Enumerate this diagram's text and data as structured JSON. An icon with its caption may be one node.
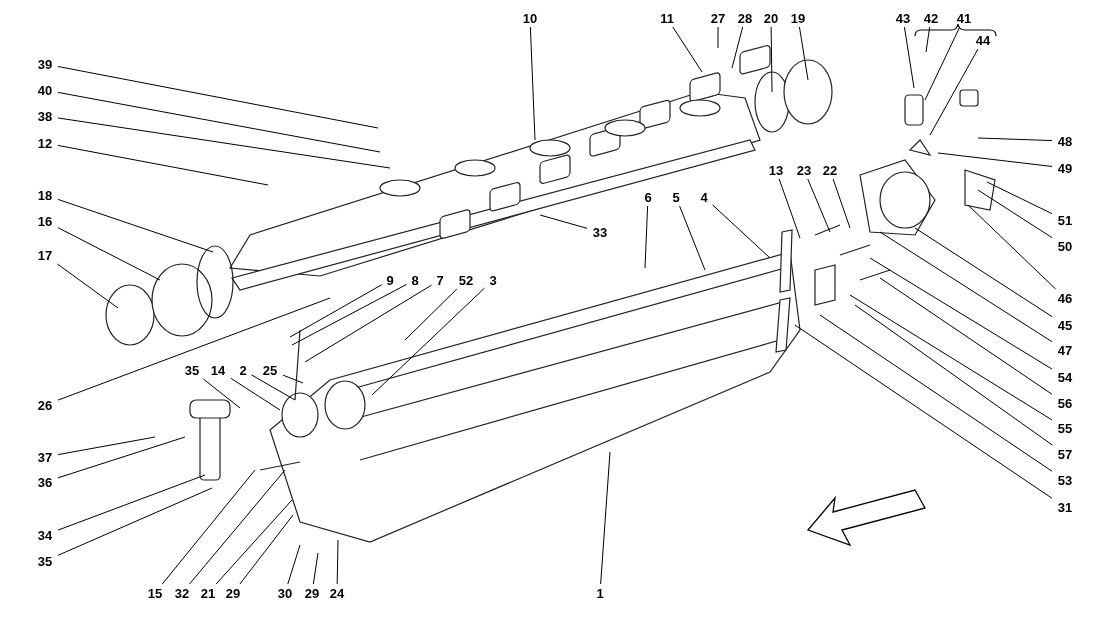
{
  "diagram": {
    "nodes": [
      {
        "text": [
          "10"
        ]
      },
      {
        "text": [
          "11"
        ]
      },
      {
        "text": [
          "27"
        ]
      },
      {
        "text": [
          "28"
        ]
      },
      {
        "text": [
          "20"
        ]
      },
      {
        "text": [
          "19"
        ]
      },
      {
        "text": [
          "43"
        ]
      },
      {
        "text": [
          "42"
        ]
      },
      {
        "text": [
          "41"
        ]
      },
      {
        "text": [
          "44"
        ]
      },
      {
        "text": [
          "39"
        ]
      },
      {
        "text": [
          "40"
        ]
      },
      {
        "text": [
          "38"
        ]
      },
      {
        "text": [
          "12"
        ]
      },
      {
        "text": [
          "48"
        ]
      },
      {
        "text": [
          "49"
        ]
      },
      {
        "text": [
          "13"
        ]
      },
      {
        "text": [
          "23"
        ]
      },
      {
        "text": [
          "22"
        ]
      },
      {
        "text": [
          "18"
        ]
      },
      {
        "text": [
          "6"
        ]
      },
      {
        "text": [
          "5"
        ]
      },
      {
        "text": [
          "4"
        ]
      },
      {
        "text": [
          "51"
        ]
      },
      {
        "text": [
          "33"
        ]
      },
      {
        "text": [
          "50"
        ]
      },
      {
        "text": [
          "16"
        ]
      },
      {
        "text": [
          "17"
        ]
      },
      {
        "text": [
          "9"
        ]
      },
      {
        "text": [
          "8"
        ]
      },
      {
        "text": [
          "7"
        ]
      },
      {
        "text": [
          "52"
        ]
      },
      {
        "text": [
          "3"
        ]
      },
      {
        "text": [
          "46"
        ]
      },
      {
        "text": [
          "45"
        ]
      },
      {
        "text": [
          "47"
        ]
      },
      {
        "text": [
          "35"
        ]
      },
      {
        "text": [
          "14"
        ]
      },
      {
        "text": [
          "2"
        ]
      },
      {
        "text": [
          "25"
        ]
      },
      {
        "text": [
          "54"
        ]
      },
      {
        "text": [
          "26"
        ]
      },
      {
        "text": [
          "56"
        ]
      },
      {
        "text": [
          "55"
        ]
      },
      {
        "text": [
          "37"
        ]
      },
      {
        "text": [
          "57"
        ]
      },
      {
        "text": [
          "36"
        ]
      },
      {
        "text": [
          "53"
        ]
      },
      {
        "text": [
          "31"
        ]
      },
      {
        "text": [
          "34"
        ]
      },
      {
        "text": [
          "35"
        ]
      },
      {
        "text": [
          "15"
        ]
      },
      {
        "text": [
          "32"
        ]
      },
      {
        "text": [
          "21"
        ]
      },
      {
        "text": [
          "29"
        ]
      },
      {
        "text": [
          "30"
        ]
      },
      {
        "text": [
          "29"
        ]
      },
      {
        "text": [
          "24"
        ]
      },
      {
        "text": [
          "1"
        ]
      }
    ],
    "edges": [
      {
        "from": 0,
        "to": null,
        "arrow": "none"
      },
      {
        "from": 1,
        "to": null,
        "arrow": "none"
      },
      {
        "from": 2,
        "to": null,
        "arrow": "none"
      },
      {
        "from": 3,
        "to": null,
        "arrow": "none"
      },
      {
        "from": 4,
        "to": null,
        "arrow": "none"
      },
      {
        "from": 5,
        "to": null,
        "arrow": "none"
      },
      {
        "from": 6,
        "to": null,
        "arrow": "none"
      },
      {
        "from": 7,
        "to": null,
        "arrow": "none"
      },
      {
        "from": 8,
        "to": null,
        "arrow": "none"
      },
      {
        "from": 9,
        "to": null,
        "arrow": "none"
      },
      {
        "from": 10,
        "to": null,
        "arrow": "none"
      },
      {
        "from": 11,
        "to": null,
        "arrow": "none"
      },
      {
        "from": 12,
        "to": null,
        "arrow": "none"
      },
      {
        "from": 13,
        "to": null,
        "arrow": "none"
      },
      {
        "from": 14,
        "to": null,
        "arrow": "none"
      },
      {
        "from": 15,
        "to": null,
        "arrow": "none"
      },
      {
        "from": 16,
        "to": null,
        "arrow": "none"
      },
      {
        "from": 17,
        "to": null,
        "arrow": "none"
      },
      {
        "from": 18,
        "to": null,
        "arrow": "none"
      },
      {
        "from": 19,
        "to": null,
        "arrow": "none"
      },
      {
        "from": 20,
        "to": null,
        "arrow": "none"
      },
      {
        "from": 21,
        "to": null,
        "arrow": "none"
      },
      {
        "from": 22,
        "to": null,
        "arrow": "none"
      },
      {
        "from": 23,
        "to": null,
        "arrow": "none"
      },
      {
        "from": 24,
        "to": null,
        "arrow": "none"
      },
      {
        "from": 25,
        "to": null,
        "arrow": "none"
      },
      {
        "from": 26,
        "to": null,
        "arrow": "none"
      },
      {
        "from": 27,
        "to": null,
        "arrow": "none"
      },
      {
        "from": 28,
        "to": null,
        "arrow": "none"
      },
      {
        "from": 29,
        "to": null,
        "arrow": "none"
      },
      {
        "from": 30,
        "to": null,
        "arrow": "none"
      },
      {
        "from": 31,
        "to": null,
        "arrow": "none"
      },
      {
        "from": 32,
        "to": null,
        "arrow": "none"
      },
      {
        "from": 33,
        "to": null,
        "arrow": "none"
      },
      {
        "from": 34,
        "to": null,
        "arrow": "none"
      },
      {
        "from": 35,
        "to": null,
        "arrow": "none"
      },
      {
        "from": 36,
        "to": null,
        "arrow": "none"
      },
      {
        "from": 37,
        "to": null,
        "arrow": "none"
      },
      {
        "from": 38,
        "to": null,
        "arrow": "none"
      },
      {
        "from": 39,
        "to": null,
        "arrow": "none"
      },
      {
        "from": 40,
        "to": null,
        "arrow": "none"
      },
      {
        "from": 41,
        "to": null,
        "arrow": "none"
      },
      {
        "from": 42,
        "to": null,
        "arrow": "none"
      },
      {
        "from": 43,
        "to": null,
        "arrow": "none"
      },
      {
        "from": 44,
        "to": null,
        "arrow": "none"
      },
      {
        "from": 45,
        "to": null,
        "arrow": "none"
      },
      {
        "from": 46,
        "to": null,
        "arrow": "none"
      },
      {
        "from": 47,
        "to": null,
        "arrow": "none"
      },
      {
        "from": 48,
        "to": null,
        "arrow": "none"
      },
      {
        "from": 49,
        "to": null,
        "arrow": "none"
      },
      {
        "from": 50,
        "to": null,
        "arrow": "none"
      },
      {
        "from": 51,
        "to": null,
        "arrow": "none"
      },
      {
        "from": 52,
        "to": null,
        "arrow": "none"
      },
      {
        "from": 53,
        "to": null,
        "arrow": "none"
      },
      {
        "from": 54,
        "to": null,
        "arrow": "none"
      },
      {
        "from": 55,
        "to": null,
        "arrow": "none"
      },
      {
        "from": 56,
        "to": null,
        "arrow": "none"
      },
      {
        "from": 57,
        "to": null,
        "arrow": "none"
      },
      {
        "from": 58,
        "to": null,
        "arrow": "none"
      }
    ]
  }
}
